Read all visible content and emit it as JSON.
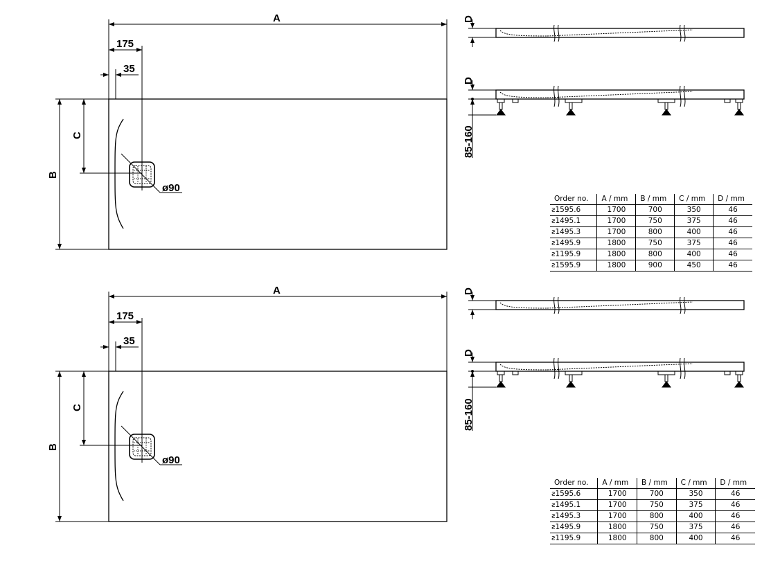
{
  "dimension_labels": {
    "width": "A",
    "length": "B",
    "drain_offset": "C",
    "drain_distance": "175",
    "edge_margin": "35",
    "drain_diameter": "ø90",
    "depth": "D",
    "foot_height": "85-160"
  },
  "spec_table_top": {
    "headers": [
      "Order no.",
      "A / mm",
      "B / mm",
      "C / mm",
      "D / mm"
    ],
    "rows": [
      [
        "ƨ1595.6",
        "1700",
        "700",
        "350",
        "46"
      ],
      [
        "ƨ1495.1",
        "1700",
        "750",
        "375",
        "46"
      ],
      [
        "ƨ1495.3",
        "1700",
        "800",
        "400",
        "46"
      ],
      [
        "ƨ1495.9",
        "1800",
        "750",
        "375",
        "46"
      ],
      [
        "ƨ1195.9",
        "1800",
        "800",
        "400",
        "46"
      ],
      [
        "ƨ1595.9",
        "1800",
        "900",
        "450",
        "46"
      ]
    ]
  },
  "spec_table_bottom": {
    "headers": [
      "Order no.",
      "A / mm",
      "B / mm",
      "C / mm",
      "D / mm"
    ],
    "rows": [
      [
        "ƨ1595.6",
        "1700",
        "700",
        "350",
        "46"
      ],
      [
        "ƨ1495.1",
        "1700",
        "750",
        "375",
        "46"
      ],
      [
        "ƨ1495.3",
        "1700",
        "800",
        "400",
        "46"
      ],
      [
        "ƨ1495.9",
        "1800",
        "750",
        "375",
        "46"
      ],
      [
        "ƨ1195.9",
        "1800",
        "800",
        "400",
        "46"
      ]
    ]
  }
}
